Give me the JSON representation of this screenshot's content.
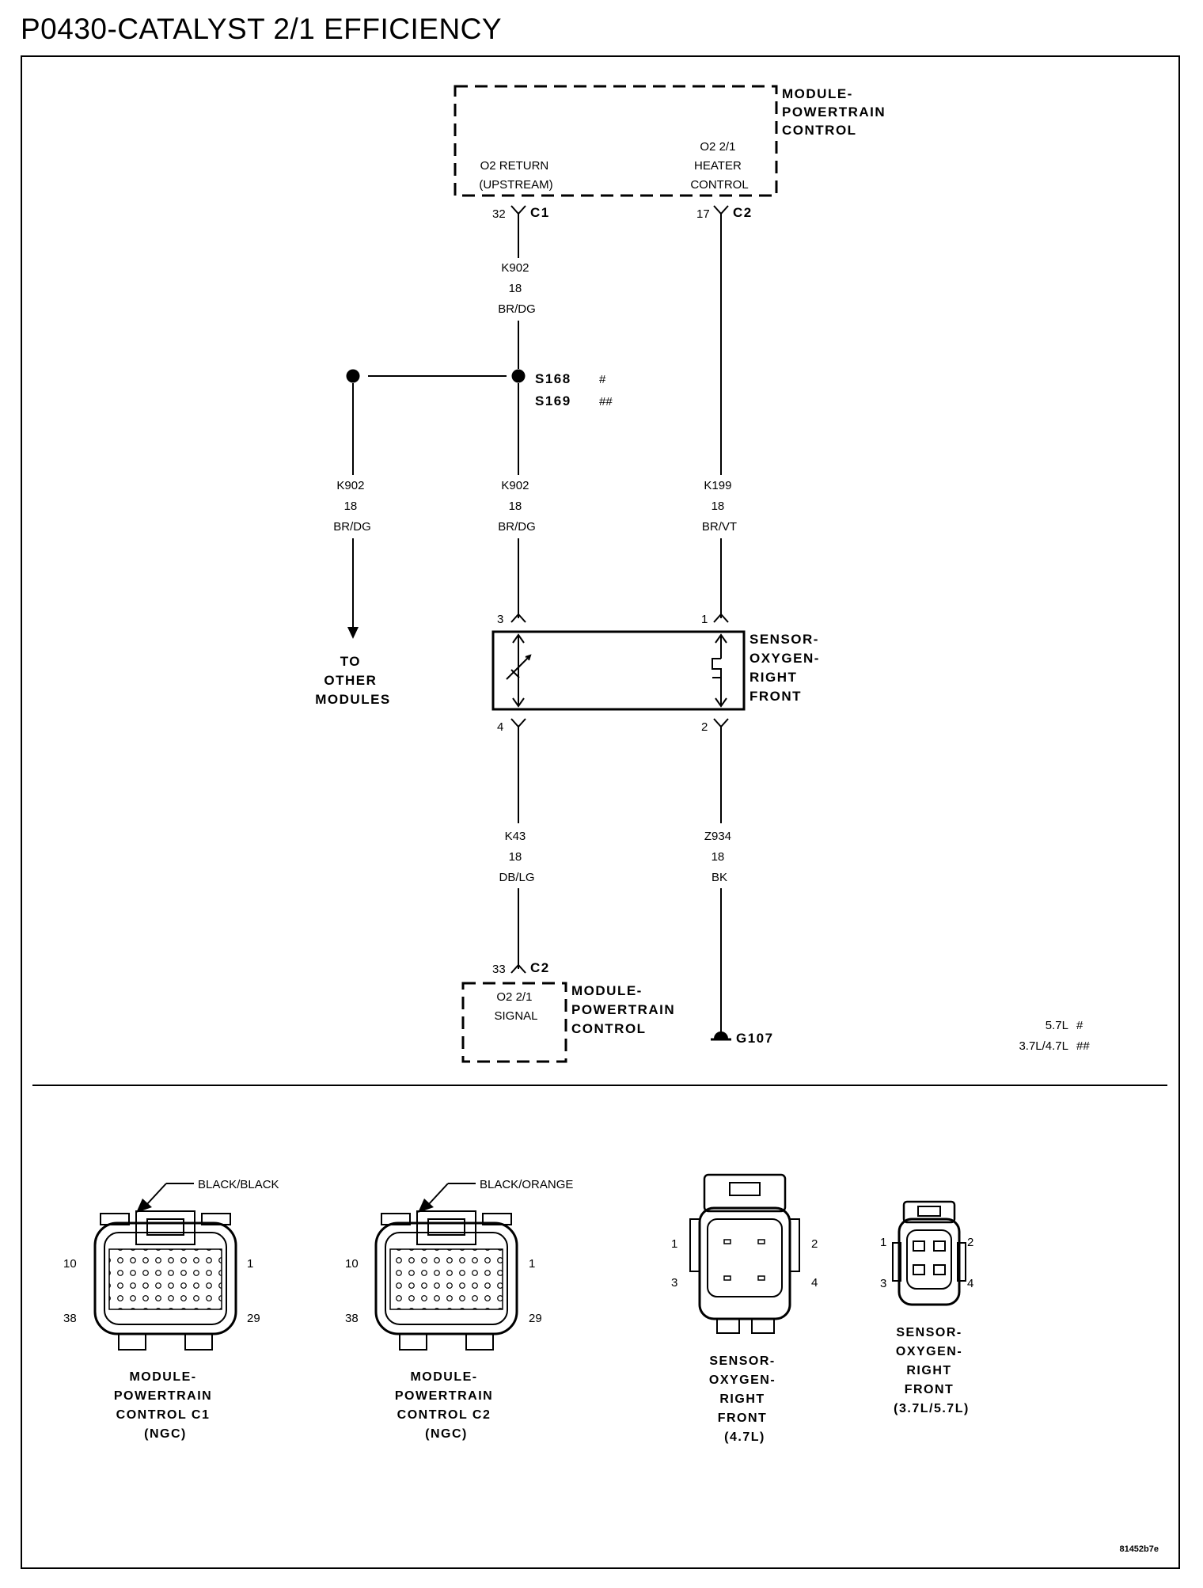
{
  "title": "P0430-CATALYST 2/1 EFFICIENCY",
  "pcm_top": {
    "label": [
      "MODULE-",
      "POWERTRAIN",
      "CONTROL"
    ],
    "pin_a": [
      "O2 RETURN",
      "(UPSTREAM)"
    ],
    "pin_b": [
      "O2 2/1",
      "HEATER",
      "CONTROL"
    ],
    "pin_a_num": "32",
    "pin_a_conn": "C1",
    "pin_b_num": "17",
    "pin_b_conn": "C2"
  },
  "wires": {
    "k902_top": [
      "K902",
      "18",
      "BR/DG"
    ],
    "k902_left": [
      "K902",
      "18",
      "BR/DG"
    ],
    "k902_mid": [
      "K902",
      "18",
      "BR/DG"
    ],
    "k199": [
      "K199",
      "18",
      "BR/VT"
    ],
    "k43": [
      "K43",
      "18",
      "DB/LG"
    ],
    "z934": [
      "Z934",
      "18",
      "BK"
    ]
  },
  "splice": {
    "s168": "S168",
    "s168_mark": "#",
    "s169": "S169",
    "s169_mark": "##"
  },
  "to_other": [
    "TO",
    "OTHER",
    "MODULES"
  ],
  "sensor": {
    "label": [
      "SENSOR-",
      "OXYGEN-",
      "RIGHT",
      "FRONT"
    ],
    "pin3": "3",
    "pin1": "1",
    "pin4": "4",
    "pin2": "2"
  },
  "pcm_bottom": {
    "label": [
      "MODULE-",
      "POWERTRAIN",
      "CONTROL"
    ],
    "pin": [
      "O2 2/1",
      "SIGNAL"
    ],
    "pin_num": "33",
    "pin_conn": "C2"
  },
  "ground": "G107",
  "legend": [
    {
      "text": "5.7L",
      "mark": "#"
    },
    {
      "text": "3.7L/4.7L",
      "mark": "##"
    }
  ],
  "connectors": [
    {
      "callout": "BLACK/BLACK",
      "pins": [
        "10",
        "1",
        "38",
        "29"
      ],
      "label": [
        "MODULE-",
        "POWERTRAIN",
        "CONTROL C1",
        "(NGC)"
      ]
    },
    {
      "callout": "BLACK/ORANGE",
      "pins": [
        "10",
        "1",
        "38",
        "29"
      ],
      "label": [
        "MODULE-",
        "POWERTRAIN",
        "CONTROL C2",
        "(NGC)"
      ]
    },
    {
      "pins": [
        "1",
        "2",
        "3",
        "4"
      ],
      "label": [
        "SENSOR-",
        "OXYGEN-",
        "RIGHT",
        "FRONT",
        "(4.7L)"
      ]
    },
    {
      "pins": [
        "1",
        "2",
        "3",
        "4"
      ],
      "label": [
        "SENSOR-",
        "OXYGEN-",
        "RIGHT",
        "FRONT",
        "(3.7L/5.7L)"
      ]
    }
  ],
  "figure_id": "81452b7e"
}
